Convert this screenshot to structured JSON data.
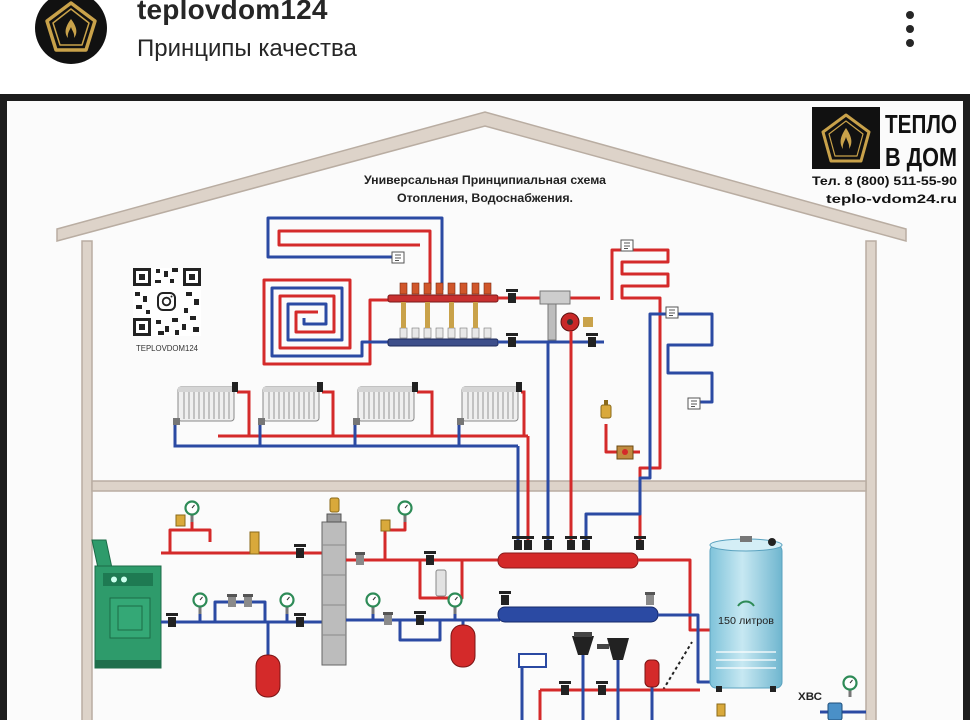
{
  "post": {
    "username": "teplovdom124",
    "subtitle": "Принципы качества",
    "avatar_icon": "brand-logo-icon",
    "menu_icon": "more-vertical-icon"
  },
  "diagram": {
    "title_line1": "Универсальная Принципиальная схема",
    "title_line2": "Отопления, Водоснабжения.",
    "brand": {
      "line1": "ТЕПЛО",
      "line2": "В ДОМ",
      "phone": "Тел. 8 (800) 511-55-90",
      "site": "teplo-vdom24.ru"
    },
    "qr_caption": "TEPLOVDOM124",
    "tank_label": "150 литров",
    "cold_water_label": "ХВС"
  },
  "colors": {
    "supply": "#d42a2a",
    "return": "#2b4aa3",
    "brand_gold": "#c9a24a",
    "boiler": "#2e9b6b",
    "tank": "#a8d7e6",
    "house": "#ddd3c9"
  }
}
